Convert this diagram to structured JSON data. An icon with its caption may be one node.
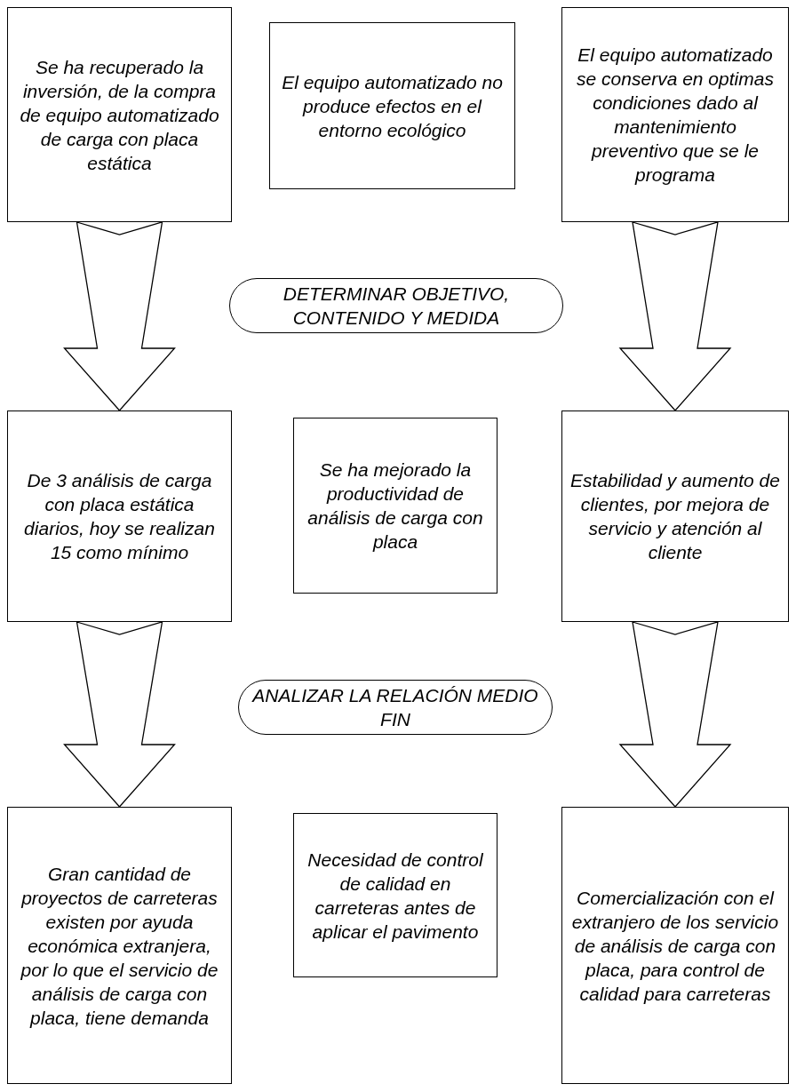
{
  "diagram": {
    "nodes": [
      {
        "text": [
          "Se ha recuperado la inversión, de la compra de equipo automatizado de carga con placa estática"
        ]
      },
      {
        "text": [
          "El equipo automatizado no produce efectos en el entorno ecológico"
        ]
      },
      {
        "text": [
          "El equipo automatizado se conserva en optimas condiciones dado al mantenimiento preventivo que se le programa"
        ]
      },
      {
        "text": [
          "DETERMINAR OBJETIVO, CONTENIDO Y MEDIDA"
        ]
      },
      {
        "text": [
          "De 3 análisis de carga con placa estática diarios, hoy se realizan 15 como mínimo"
        ]
      },
      {
        "text": [
          "Se ha mejorado la productividad de análisis de carga con placa"
        ]
      },
      {
        "text": [
          "Estabilidad y aumento de clientes, por mejora de servicio y atención al cliente"
        ]
      },
      {
        "text": [
          "ANALIZAR LA RELACIÓN MEDIO FIN"
        ]
      },
      {
        "text": [
          "Gran cantidad de proyectos de carreteras existen por ayuda económica extranjera, por lo que el servicio de análisis de carga con placa, tiene demanda"
        ]
      },
      {
        "text": [
          "Necesidad de control de calidad en carreteras antes de aplicar el pavimento"
        ]
      },
      {
        "text": [
          "Comercialización con el extranjero de los servicio de análisis de carga con placa, para control de calidad para carreteras"
        ]
      }
    ],
    "edges": [
      {
        "from": 0,
        "to": 4,
        "arrow": "to"
      },
      {
        "from": 2,
        "to": 6,
        "arrow": "to"
      },
      {
        "from": 4,
        "to": 8,
        "arrow": "to"
      },
      {
        "from": 6,
        "to": 10,
        "arrow": "to"
      }
    ]
  }
}
